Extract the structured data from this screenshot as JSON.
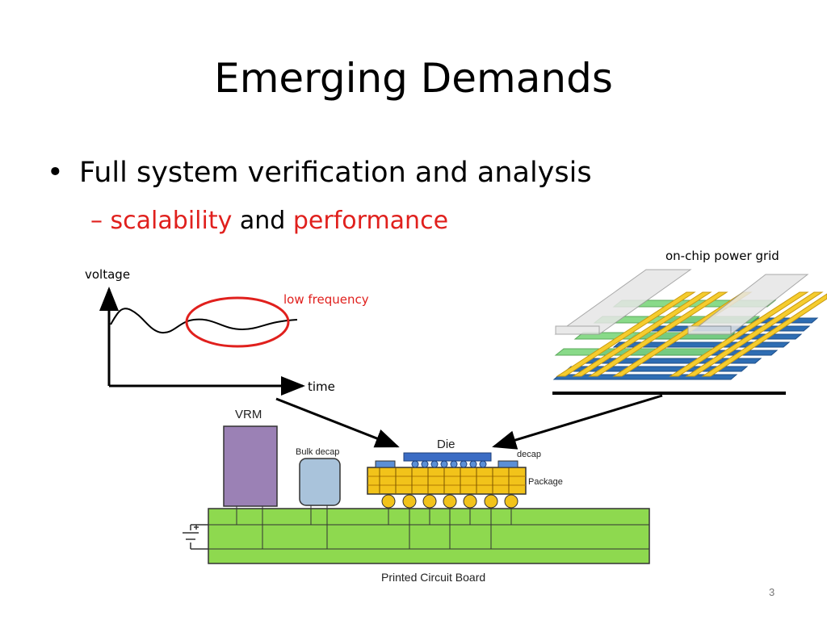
{
  "slide": {
    "title": "Emerging Demands",
    "bullet": "Full system verification and analysis",
    "sub_dash": "–",
    "sub_part1": "scalability",
    "sub_part2": "and",
    "sub_part3": "performance",
    "page_number": "3"
  },
  "graph": {
    "ylabel": "voltage",
    "xlabel": "time",
    "annotation": "low frequency"
  },
  "grid": {
    "label": "on-chip power grid"
  },
  "board": {
    "vrm": "VRM",
    "bulk_decap": "Bulk decap",
    "die": "Die",
    "decap": "decap",
    "package": "Package",
    "pcb": "Printed Circuit Board"
  },
  "colors": {
    "accent_red": "#e0201d",
    "pcb_green": "#8ed94f",
    "package_yellow": "#f2c31a",
    "vrm_purple": "#9b81b5",
    "decap_blue": "#a9c3db",
    "die_blue": "#3b6cc4"
  }
}
